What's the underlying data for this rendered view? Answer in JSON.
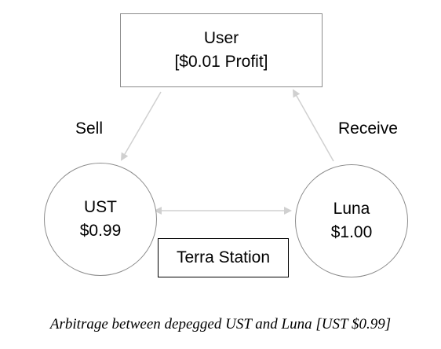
{
  "user_node": {
    "title": "User",
    "detail": "[$0.01 Profit]"
  },
  "ust_node": {
    "name": "UST",
    "price": "$0.99"
  },
  "luna_node": {
    "name": "Luna",
    "price": "$1.00"
  },
  "terra_station": {
    "label": "Terra Station"
  },
  "edges": {
    "sell_label": "Sell",
    "receive_label": "Receive"
  },
  "caption": "Arbitrage between depegged UST and Luna [UST $0.99]",
  "colors": {
    "node_border": "#8c8c8c",
    "arrow": "#d0d0d0",
    "terra_border": "#000000"
  }
}
